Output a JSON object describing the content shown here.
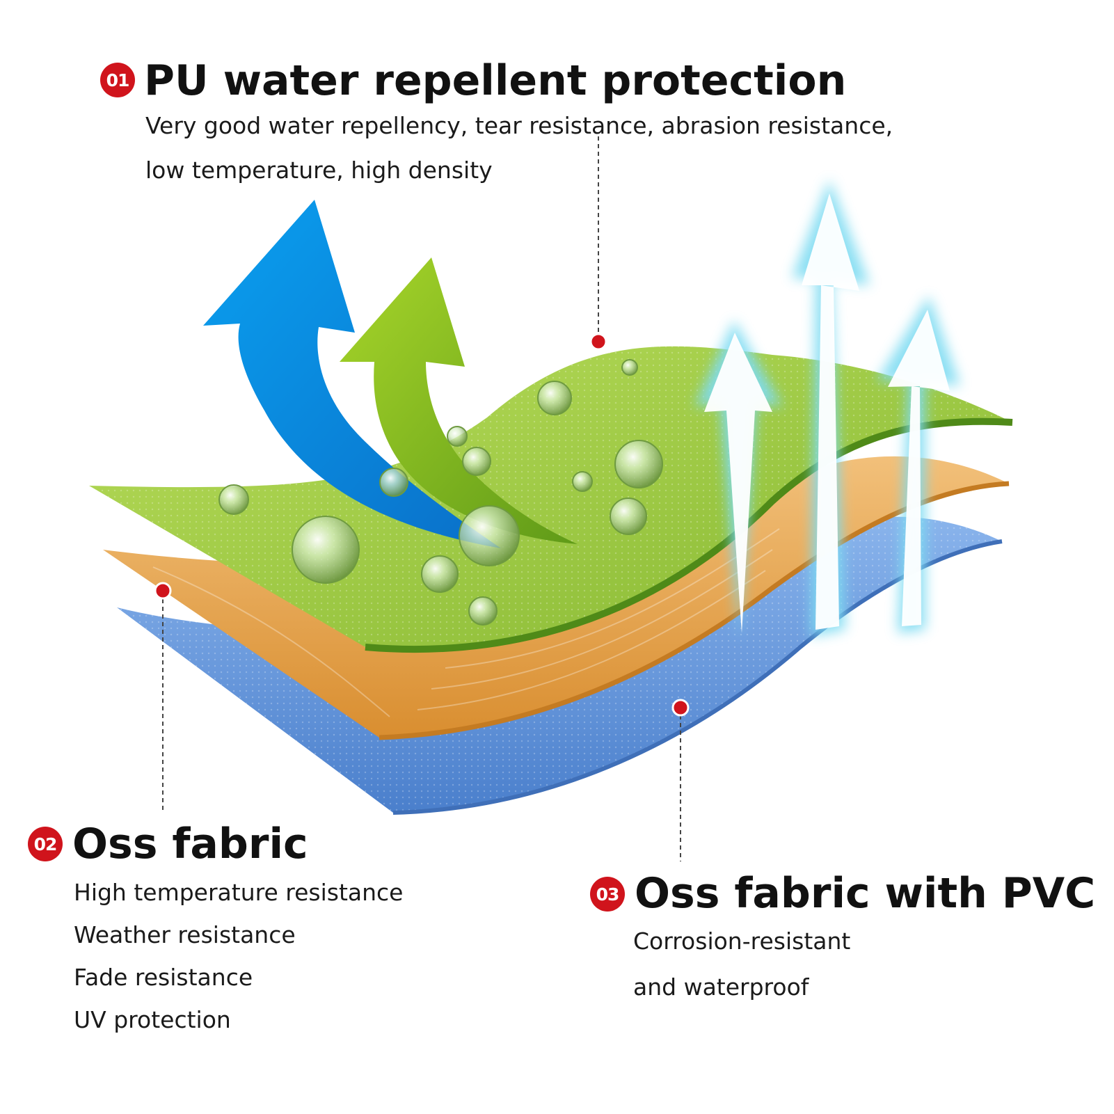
{
  "colors": {
    "badge": "#d0141c",
    "top_layer": "#9cc83c",
    "middle_layer": "#e8a850",
    "bottom_layer": "#5b8fd6",
    "blue_arrow": "#0a8fe0",
    "green_arrow": "#8cc21e",
    "vapor_arrows": "#5fd4ee"
  },
  "icons": {
    "droplet": "water-droplet-icon",
    "curved_arrow": "curved-arrow-icon",
    "vapor_arrow": "breathable-arrow-icon"
  },
  "features": [
    {
      "number": "01",
      "title": "PU water repellent protection",
      "lines": [
        "Very good water repellency, tear resistance, abrasion resistance,",
        "low temperature, high density"
      ]
    },
    {
      "number": "02",
      "title": "Oss fabric",
      "lines": [
        "High temperature resistance",
        "Weather resistance",
        "Fade resistance",
        "UV protection"
      ]
    },
    {
      "number": "03",
      "title": "Oss fabric with PVC",
      "lines": [
        "Corrosion-resistant",
        "and waterproof"
      ]
    }
  ]
}
